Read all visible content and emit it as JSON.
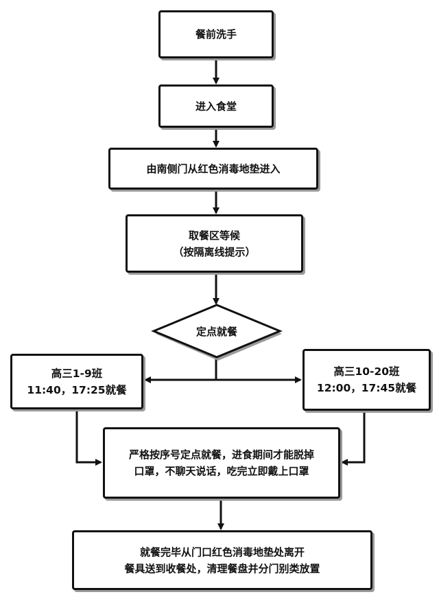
{
  "flowchart": {
    "step1": "餐前洗手",
    "step2": "进入食堂",
    "step3": "由南侧门从红色消毒地垫进入",
    "step4": [
      "取餐区等候",
      "（按隔离线提示）"
    ],
    "decision": "定点就餐",
    "branch_left": [
      "高三1-9班",
      "11:40，17:25就餐"
    ],
    "branch_right": [
      "高三10-20班",
      "12:00，17:45就餐"
    ],
    "step8": [
      "严格按序号定点就餐，进食期间才能脱掉",
      "口罩，不聊天说话，吃完立即戴上口罩"
    ],
    "step9": [
      "就餐完毕从门口红色消毒地垫处离开",
      "餐具送到收餐处，清理餐盘并分门别类放置"
    ]
  },
  "colors": {
    "stroke": "#111111",
    "shadow": "#9a9a9a",
    "background": "#ffffff"
  }
}
